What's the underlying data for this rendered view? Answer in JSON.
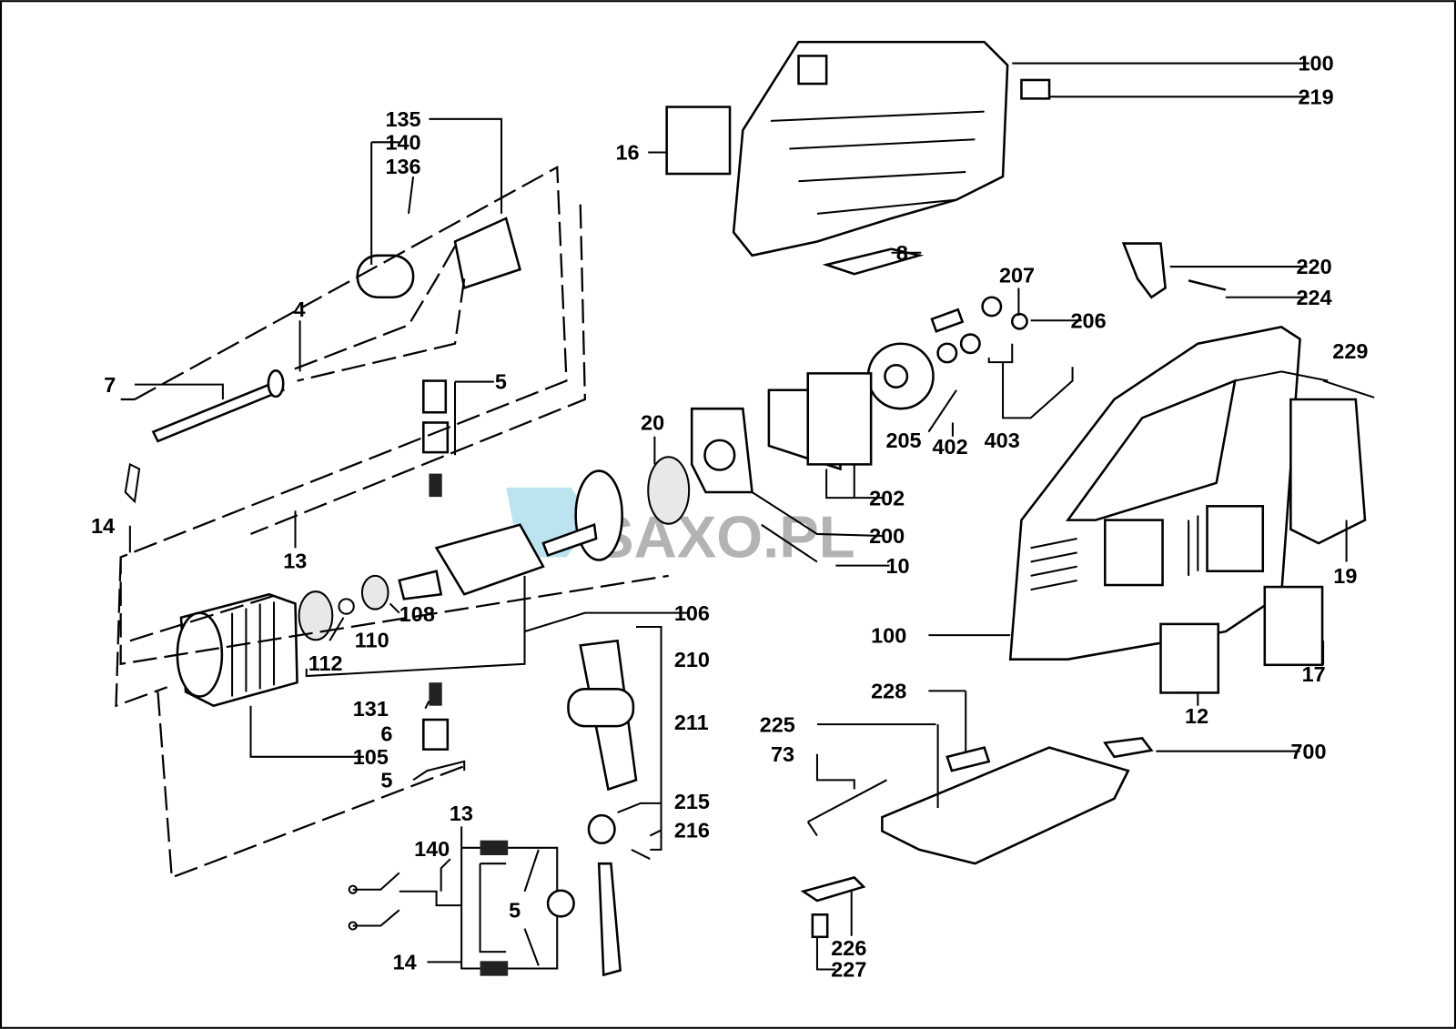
{
  "diagram": {
    "title": "Jigsaw exploded parts diagram",
    "watermark": "SAXO.PL",
    "labels": [
      "100",
      "219",
      "16",
      "135",
      "140",
      "136",
      "8",
      "220",
      "224",
      "207",
      "206",
      "4",
      "7",
      "5",
      "229",
      "20",
      "205",
      "402",
      "403",
      "202",
      "200",
      "10",
      "14",
      "13",
      "19",
      "106",
      "108",
      "110",
      "100",
      "112",
      "210",
      "17",
      "228",
      "131",
      "12",
      "211",
      "225",
      "6",
      "73",
      "700",
      "105",
      "5",
      "215",
      "13",
      "216",
      "140",
      "5",
      "226",
      "14",
      "227"
    ]
  }
}
